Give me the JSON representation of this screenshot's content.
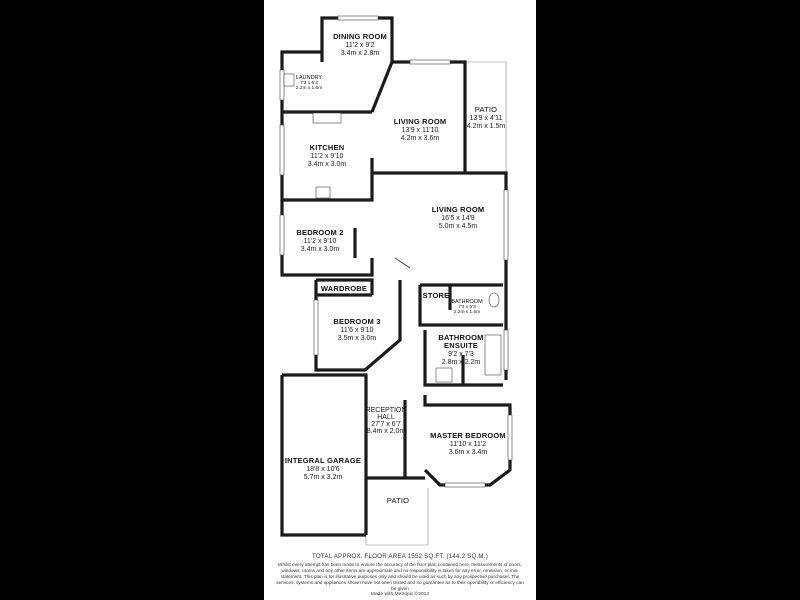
{
  "rooms": {
    "dining": {
      "name": "DINING ROOM",
      "imperial": "11'2 x 9'2",
      "metric": "3.4m x 2.8m"
    },
    "laundry": {
      "name": "LAUNDRY",
      "imperial": "7'3 x 5'3",
      "metric": "2.2m x 1.6m"
    },
    "living1": {
      "name": "LIVING ROOM",
      "imperial": "13'9 x 11'10",
      "metric": "4.2m x 3.6m"
    },
    "patio1": {
      "name": "PATIO",
      "imperial": "13'9 x 4'11",
      "metric": "4.2m x 1.5m"
    },
    "kitchen": {
      "name": "KITCHEN",
      "imperial": "11'2 x 9'10",
      "metric": "3.4m x 3.0m"
    },
    "living2": {
      "name": "LIVING ROOM",
      "imperial": "16'5 x 14'9",
      "metric": "5.0m x 4.5m"
    },
    "bedroom2": {
      "name": "BEDROOM 2",
      "imperial": "11'2 x 9'10",
      "metric": "3.4m x 3.0m"
    },
    "wardrobe": {
      "name": "WARDROBE"
    },
    "store": {
      "name": "STORE"
    },
    "bathroom": {
      "name": "BATHROOM",
      "imperial": "7'3 x 5'3",
      "metric": "2.2m x 1.6m"
    },
    "bedroom3": {
      "name": "BEDROOM 3",
      "imperial": "11'6 x 9'10",
      "metric": "3.5m x 3.0m"
    },
    "ensuite": {
      "name": "BATHROOM",
      "name2": "ENSUITE",
      "imperial": "9'2 x 7'3",
      "metric": "2.8m x 2.2m"
    },
    "reception": {
      "name": "RECEPTION",
      "name2": "HALL",
      "imperial": "27'7 x 6'7",
      "metric": "8.4m x 2.0m"
    },
    "master": {
      "name": "MASTER BEDROOM",
      "imperial": "11'10 x 11'2",
      "metric": "3.6m x 3.4m"
    },
    "garage": {
      "name": "INTEGRAL GARAGE",
      "imperial": "18'8 x 10'6",
      "metric": "5.7m x 3.2m"
    },
    "patio2": {
      "name": "PATIO"
    }
  },
  "footer": {
    "area": "TOTAL APPROX. FLOOR AREA 1552 SQ.FT. (144.2 SQ.M.)",
    "disclaimer": "Whilst every attempt has been made to ensure the accuracy of the floor plan contained here, measurements of doors, windows, rooms and any other items are approximate and no responsibility is taken for any error, omission, or mis-statement. This plan is for illustrative purposes only and should be used as such by any prospective purchaser. The services, systems and appliances shown have not been tested and no guarantee as to their operability or efficiency can be given",
    "credit": "Made with Metropix ©2012"
  },
  "colors": {
    "background": "#000000",
    "sheet": "#ffffff",
    "wall": "#1a1a1a"
  }
}
